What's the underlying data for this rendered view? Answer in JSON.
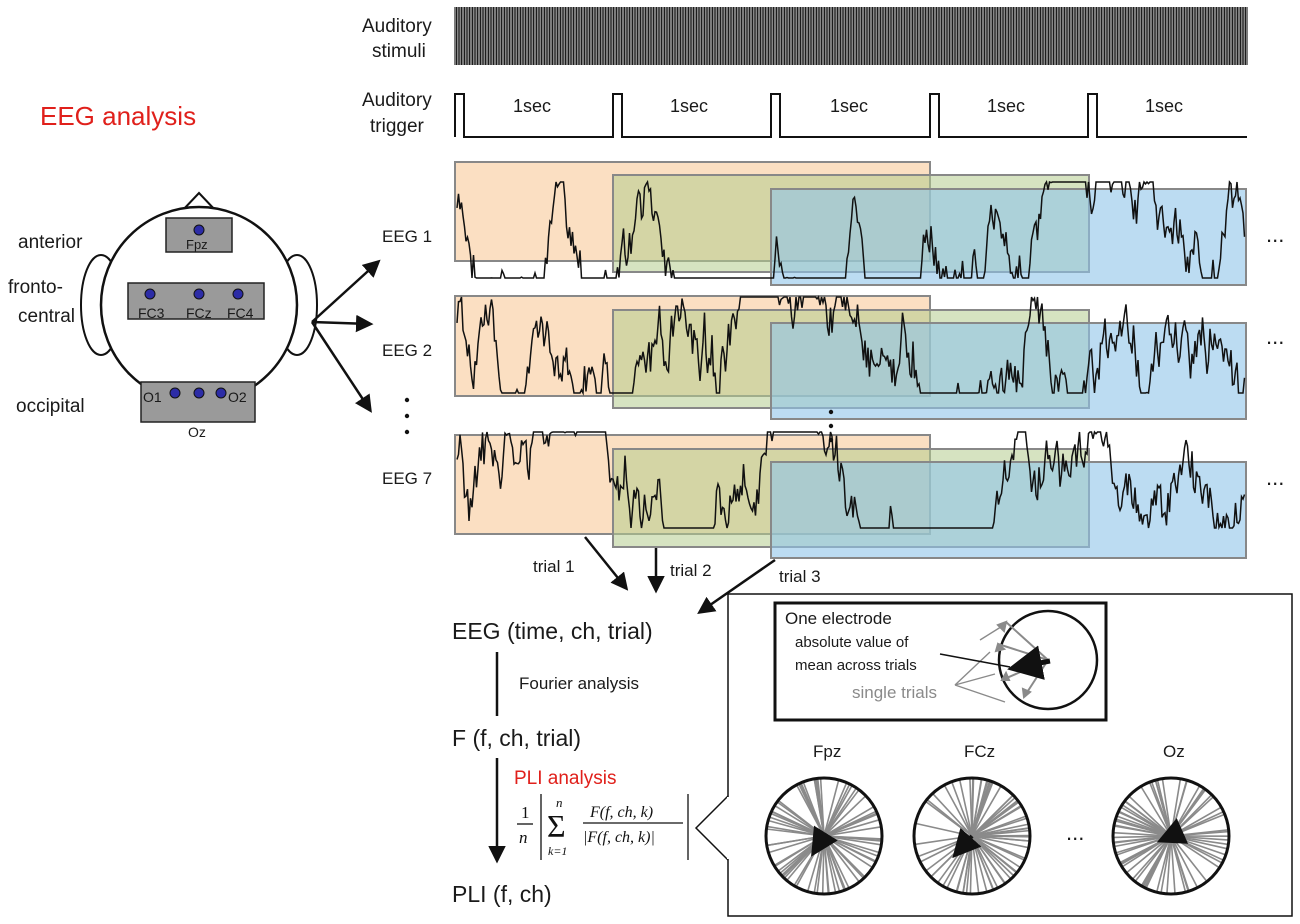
{
  "title": "EEG analysis",
  "head": {
    "regions": [
      "anterior",
      "fronto-",
      "central",
      "occipital"
    ],
    "electrodes": [
      "Fpz",
      "FC3",
      "FCz",
      "FC4",
      "O1",
      "O2",
      "Oz"
    ]
  },
  "stimuli": {
    "label_line1": "Auditory",
    "label_line2": "stimuli"
  },
  "trigger": {
    "label_line1": "Auditory",
    "label_line2": "trigger",
    "intervals": [
      "1sec",
      "1sec",
      "1sec",
      "1sec",
      "1sec"
    ]
  },
  "channels": [
    "EEG 1",
    "EEG 2",
    "EEG 7"
  ],
  "ellipsis": "...",
  "trials": [
    "trial 1",
    "trial 2",
    "trial 3"
  ],
  "pipeline": {
    "eeg": "EEG (time, ch, trial)",
    "fourier": "Fourier analysis",
    "f": "F (f, ch, trial)",
    "pli_analysis": "PLI analysis",
    "pli": "PLI (f, ch)"
  },
  "formula": {
    "coef_num": "1",
    "coef_den": "n",
    "sum_top": "n",
    "sum_bottom": "k=1",
    "numerator": "F(f, ch, k)",
    "denominator": "|F(f, ch, k)|"
  },
  "inset": {
    "title": "One electrode",
    "line1": "absolute value of",
    "line2": "mean across trials",
    "single": "single trials"
  },
  "polar": {
    "labels": [
      "Fpz",
      "FCz",
      "Oz"
    ],
    "dots": "..."
  },
  "colors": {
    "title_red": "#e0201b",
    "trial1": "#f7c48f",
    "trial2": "#b5cc8e",
    "trial3": "#8fc4ea",
    "dots": "#2c2ca6"
  }
}
